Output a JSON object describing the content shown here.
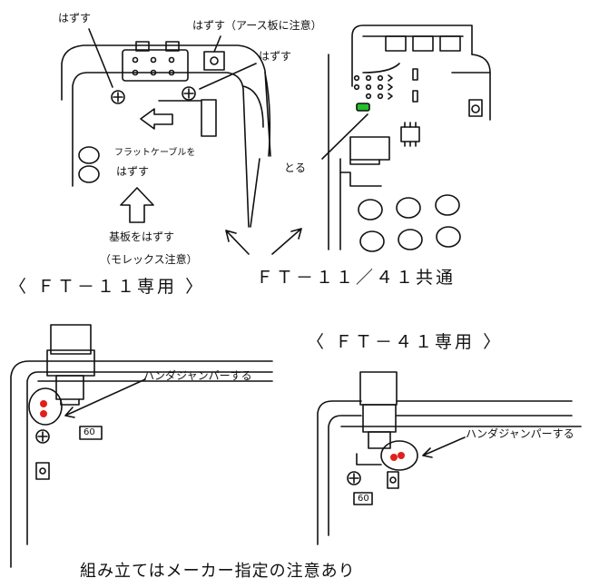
{
  "diagram": {
    "left_top": {
      "label_remove_1": "はずす",
      "label_remove_earth": "はずす（アース板に注意）",
      "label_remove_2": "はずす",
      "label_flat_cable_line1": "フラットケーブルを",
      "label_flat_cable_line2": "はずす",
      "label_board_remove": "基板をはずす",
      "label_molex_note": "（モレックス注意）"
    },
    "right_top": {
      "label_take": "とる"
    },
    "headings": {
      "ft11_only": "〈 ＦＴ－１１専用 〉",
      "ft11_41_common": "ＦＴ－１１／４１共通",
      "ft41_only": "〈 ＦＴ－４１専用 〉"
    },
    "bottom_left": {
      "label_jumper": "ハンダジャンパーする",
      "chip_label": "60"
    },
    "bottom_right": {
      "label_jumper": "ハンダジャンパーする",
      "chip_label": "60"
    },
    "footer": {
      "note": "組み立てはメーカー指定の注意あり"
    },
    "colors": {
      "ink": "#111111",
      "solder_red": "#e0201c",
      "led_green": "#22c02a"
    }
  }
}
